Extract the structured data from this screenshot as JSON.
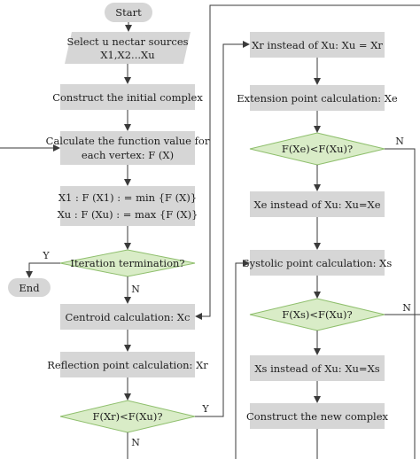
{
  "flowchart": {
    "start": "Start",
    "select_1": "Select u nectar sources",
    "select_2": "X1,X2...Xu",
    "construct_initial": "Construct the initial complex",
    "calc_func_1": "Calculate the function value for",
    "calc_func_2": "each vertex: F (X)",
    "assign_1": "X1 : F (X1) : = min {F (X)}",
    "assign_2": "Xu : F (Xu) : = max {F (X)}",
    "iteration": "Iteration termination?",
    "end": "End",
    "centroid": "Centroid calculation: Xc",
    "reflection": "Reflection point calculation: Xr",
    "cond_r": "F(Xr)<F(Xu)?",
    "replace_r": "Xr instead of Xu: Xu = Xr",
    "extension": "Extension point calculation: Xe",
    "cond_e": "F(Xe)<F(Xu)?",
    "replace_e": "Xe instead of Xu: Xu=Xe",
    "systolic": "Systolic point calculation: Xs",
    "cond_s": "F(Xs)<F(Xu)?",
    "replace_s": "Xs instead of Xu: Xu=Xs",
    "construct_new": "Construct the new complex",
    "yes": "Y",
    "no": "N"
  },
  "colors": {
    "box": "#d6d6d6",
    "decision_fill": "#d9ecc7",
    "decision_stroke": "#8fbf6d",
    "line": "#3a3a3a"
  }
}
